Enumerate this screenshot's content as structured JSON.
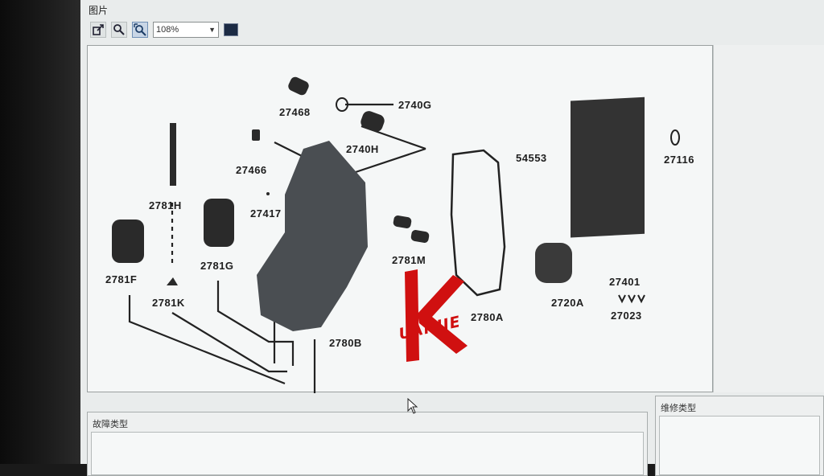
{
  "panel_title": "图片",
  "toolbar": {
    "zoom_value": "108%",
    "icons": [
      "fit-window-icon",
      "zoom-icon",
      "zoom-area-icon",
      "save-icon"
    ]
  },
  "diagram": {
    "labels": [
      "27468",
      "2740G",
      "2740H",
      "27466",
      "2781H",
      "27417",
      "2781F",
      "2781K",
      "2781G",
      "2781M",
      "2780B",
      "2780A",
      "54553",
      "27116",
      "2720A",
      "27401",
      "27023"
    ]
  },
  "watermark": {
    "letter": "K",
    "text": "UANJIE"
  },
  "sections": {
    "fault_type": "故障类型",
    "repair_type": "维修类型"
  }
}
